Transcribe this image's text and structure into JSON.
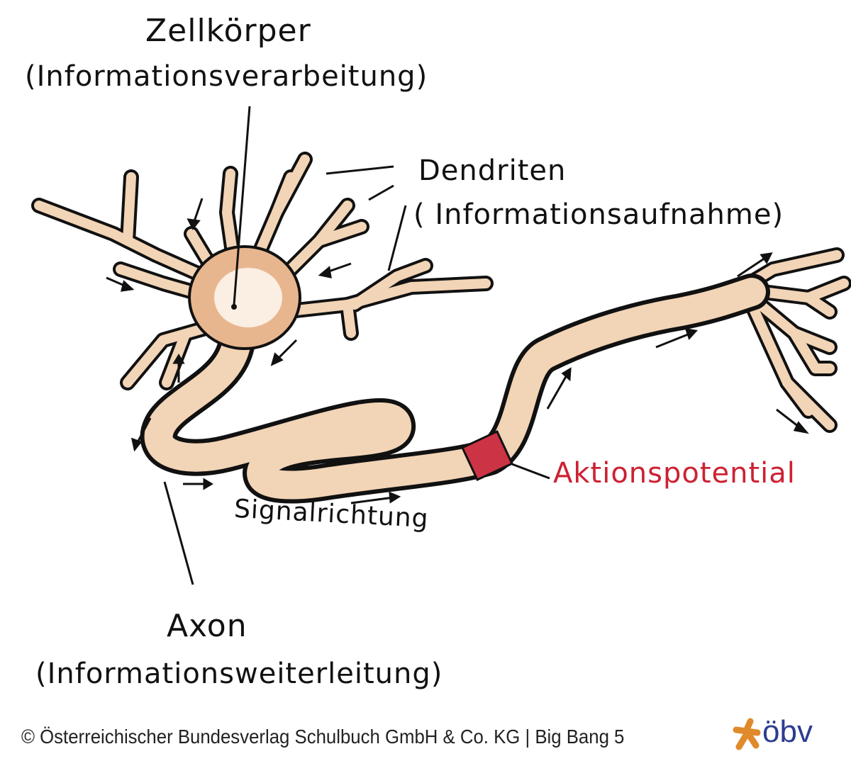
{
  "labels": {
    "cell_body": "Zellkörper",
    "cell_body_role": "(Informationsverarbeitung)",
    "dendrites": "Dendriten",
    "dendrites_role": "( Informationsaufnahme)",
    "action_potential": "Aktionspotential",
    "signal_direction": "Signalrichtung",
    "axon": "Axon",
    "axon_role": "(Informationsweiterleitung)"
  },
  "footer": {
    "copyright": "© Österreichischer Bundesverlag Schulbuch GmbH & Co. KG |  Big Bang 5",
    "logo": "öbv"
  },
  "colors": {
    "neuron": "#f2d4b6",
    "neuron_shade": "#c98a5a",
    "action_potential": "#cc2233",
    "logo_orange": "#e08a2c",
    "logo_blue": "#2b3d8f"
  }
}
